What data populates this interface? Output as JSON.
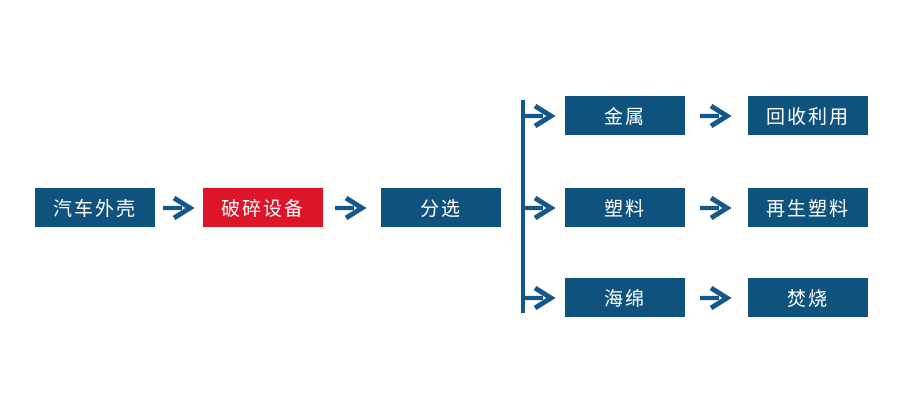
{
  "page": {
    "background": "#FFFFFF"
  },
  "diagram": {
    "type": "flowchart",
    "colors": {
      "background": "#FFFFFF",
      "box_blue": "#0F527E",
      "box_red": "#DC1529",
      "arrow_blue": "#14578A",
      "text_white": "#FFFFFF"
    },
    "main_flow": {
      "source": "汽车外壳",
      "crusher": "破碎设备",
      "sorting": "分选"
    },
    "branches": [
      {
        "material": "金属",
        "result": "回收利用"
      },
      {
        "material": "塑料",
        "result": "再生塑料"
      },
      {
        "material": "海绵",
        "result": "焚烧"
      }
    ]
  }
}
